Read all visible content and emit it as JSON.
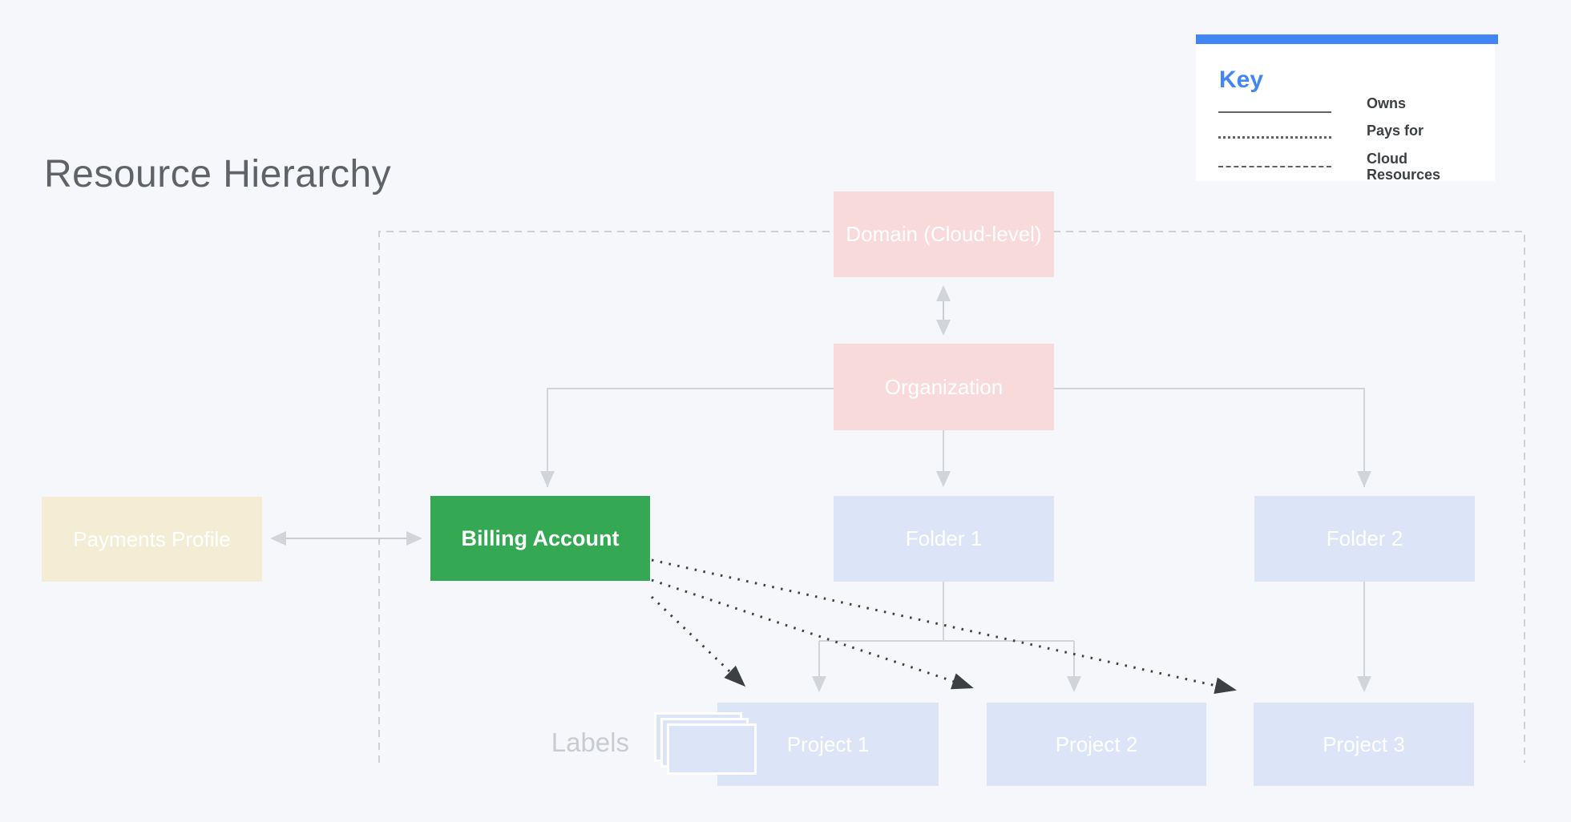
{
  "title": "Resource Hierarchy",
  "key": {
    "title": "Key",
    "entries": [
      {
        "style": "solid",
        "label": "Owns"
      },
      {
        "style": "dotted",
        "label": "Pays for"
      },
      {
        "style": "dashed",
        "label": "Cloud Resources"
      }
    ]
  },
  "nodes": {
    "domain": "Domain (Cloud-level)",
    "organization": "Organization",
    "payments_profile": "Payments Profile",
    "billing_account": "Billing Account",
    "folder1": "Folder 1",
    "folder2": "Folder 2",
    "project1": "Project 1",
    "project2": "Project 2",
    "project3": "Project 3"
  },
  "annotations": {
    "labels_caption": "Labels"
  },
  "colors": {
    "background": "#f5f7fa",
    "domain_fill": "#f8dada",
    "folder_project_fill": "#dbe5f7",
    "payments_fill": "#f5ecd5",
    "billing_fill": "#34a853",
    "key_accent": "#4285f4",
    "connector_gray": "#d1d4d8",
    "pays_for_dark": "#3c4043"
  }
}
